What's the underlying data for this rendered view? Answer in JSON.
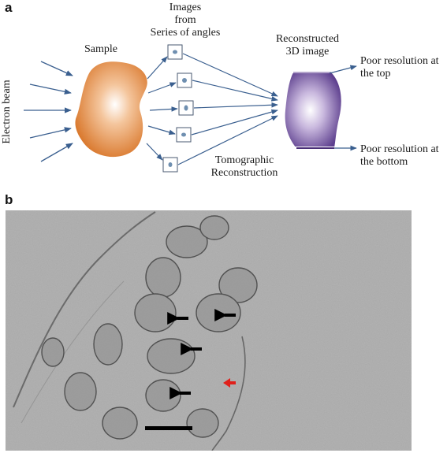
{
  "panel_a": {
    "letter": "a",
    "electron_beam": "Electron beam",
    "sample": "Sample",
    "images_title_1": "Images",
    "images_title_2": "from",
    "images_title_3": "Series of angles",
    "reconstructed_1": "Reconstructed",
    "reconstructed_2": "3D image",
    "poor_top_1": "Poor resolution at",
    "poor_top_2": "the top",
    "poor_bottom_1": "Poor resolution at",
    "poor_bottom_2": "the bottom",
    "tomographic_1": "Tomographic",
    "tomographic_2": "Reconstruction",
    "colors": {
      "arrow": "#3a5f8f",
      "sample": "#d9772b",
      "reconstructed": "#6a4b97"
    }
  },
  "panel_b": {
    "letter": "b",
    "arrow_colors": {
      "black": "#000000",
      "red": "#e0201b"
    },
    "scale_bar_color": "#000000"
  }
}
